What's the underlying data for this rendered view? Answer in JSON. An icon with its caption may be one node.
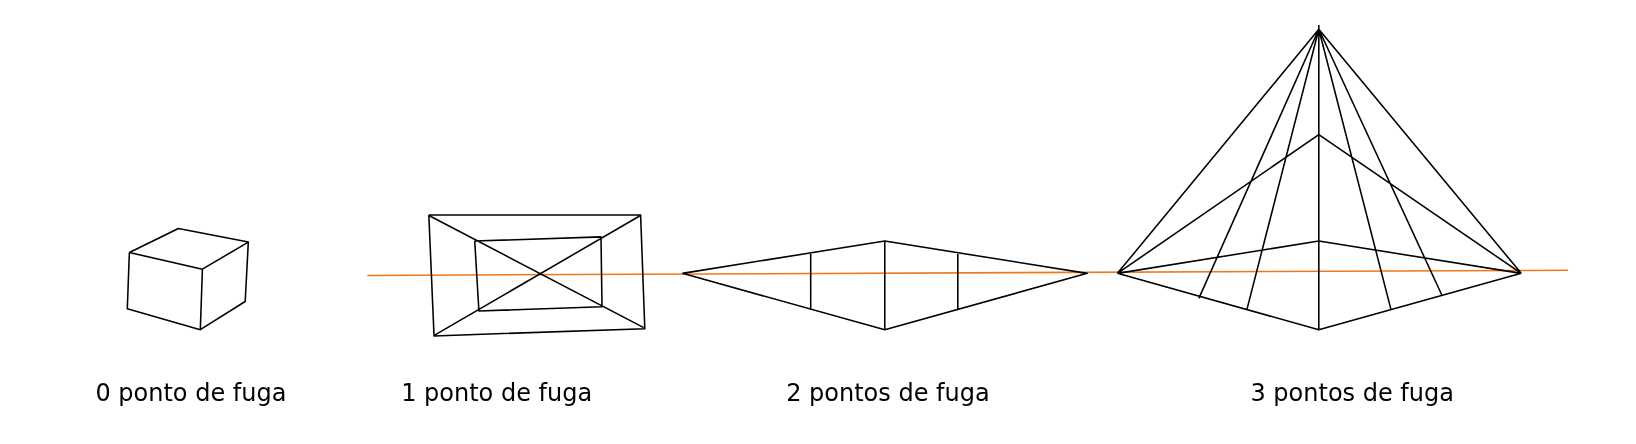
{
  "diagram": {
    "labels": [
      "0 ponto de fuga",
      "1 ponto de fuga",
      "2 pontos de fuga",
      "3 pontos de fuga"
    ]
  }
}
